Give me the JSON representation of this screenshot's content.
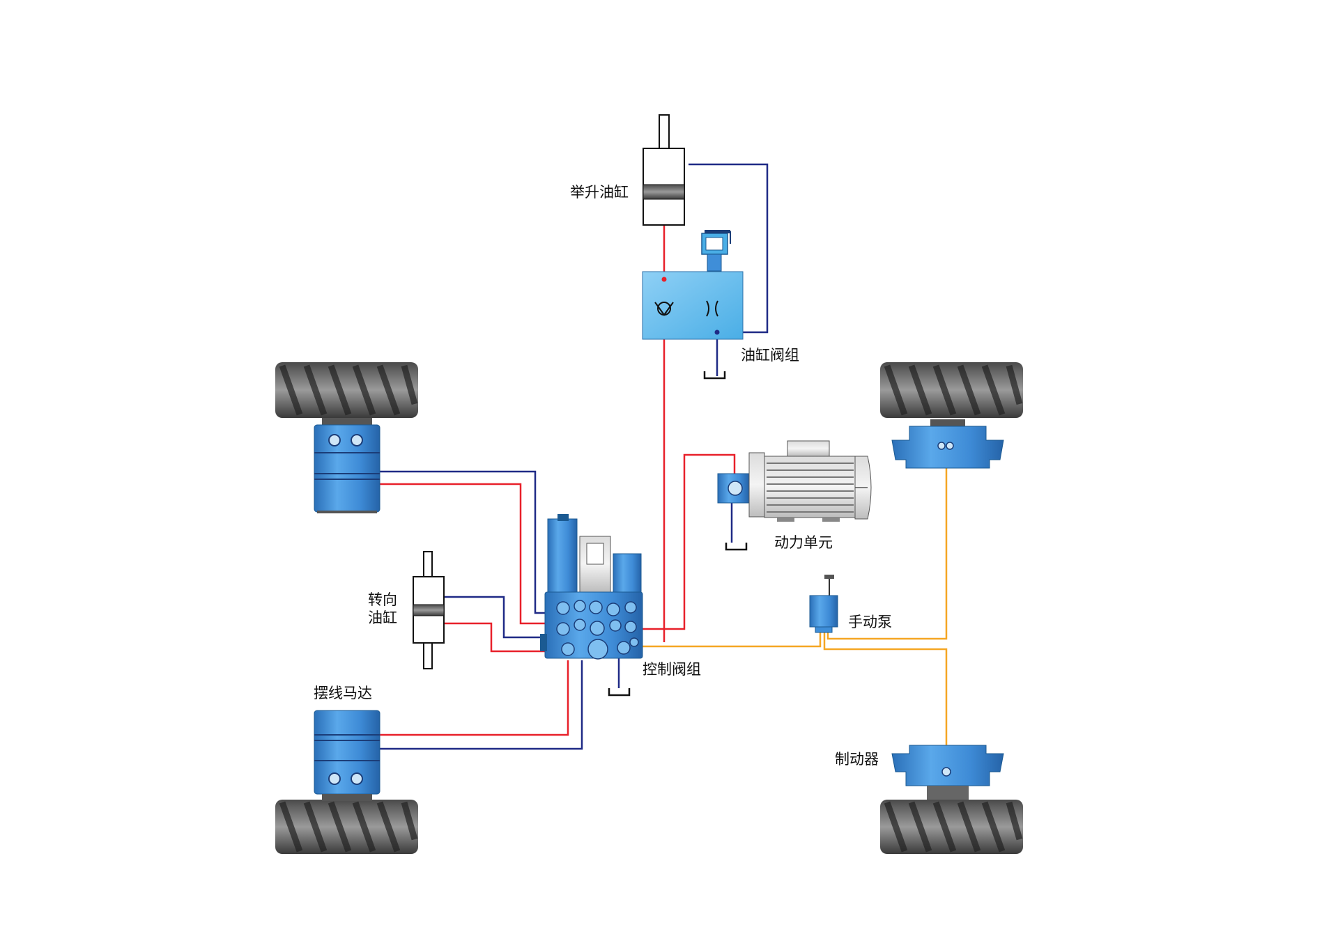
{
  "labels": {
    "lift_cylinder": "举升油缸",
    "cylinder_valve_block": "油缸阀组",
    "power_unit": "动力单元",
    "steering_cylinder_l1": "转向",
    "steering_cylinder_l2": "油缸",
    "hand_pump": "手动泵",
    "control_valve_block": "控制阀组",
    "cycloid_motor": "摆线马达",
    "brake": "制动器"
  },
  "colors": {
    "pressure_line": "#e8202a",
    "return_line": "#1f2a86",
    "brake_line": "#f5a623",
    "component_blue": "#3f8ed8",
    "valve_block_blue": "#6fc0ee"
  },
  "icons": {
    "tire": "tire-icon",
    "motor": "cycloid-motor-icon",
    "brake": "brake-icon",
    "tank": "tank-symbol-icon"
  }
}
